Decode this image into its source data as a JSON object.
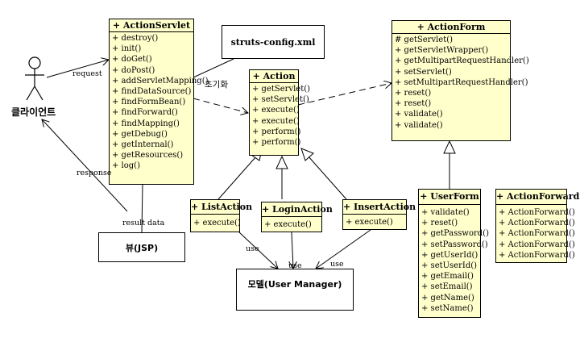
{
  "actor": {
    "name": "클라이언트"
  },
  "classes": {
    "action_servlet": {
      "title": "+ ActionServlet",
      "methods": [
        "+ destroy()",
        "+ init()",
        "+ doGet()",
        "+ doPost()",
        "+ addServletMapping()",
        "+ findDataSource()",
        "+ findFormBean()",
        "+ findForward()",
        "+ findMapping()",
        "+ getDebug()",
        "+ getInternal()",
        "+ getResources()",
        "+ log()"
      ]
    },
    "action": {
      "title": "+ Action",
      "methods": [
        "+ getServlet()",
        "+ setServlet()",
        "+ execute()",
        "+ execute()",
        "+ perform()",
        "+ perform()"
      ]
    },
    "action_form": {
      "title": "+ ActionForm",
      "methods": [
        "# getServlet()",
        "+ getServletWrapper()",
        "+ getMultipartRequestHandler()",
        "+ setServlet()",
        "+ setMultipartRequestHandler()",
        "+ reset()",
        "+ reset()",
        "+ validate()",
        "+ validate()"
      ]
    },
    "list_action": {
      "title": "+ ListAction",
      "methods": [
        "+ execute()"
      ]
    },
    "login_action": {
      "title": "+ LoginAction",
      "methods": [
        "+ execute()"
      ]
    },
    "insert_action": {
      "title": "+ InsertAction",
      "methods": [
        "+ execute()"
      ]
    },
    "user_form": {
      "title": "+ UserForm",
      "methods": [
        "+ validate()",
        "+ reset()",
        "+ getPassword()",
        "+ setPassword()",
        "+ getUserId()",
        "+ setUserId()",
        "+ getEmail()",
        "+ setEmail()",
        "+ getName()",
        "+ setName()"
      ]
    },
    "action_forward": {
      "title": "+ ActionForward",
      "methods": [
        "+ ActionForward()",
        "+ ActionForward()",
        "+ ActionForward()",
        "+ ActionForward()",
        "+ ActionForward()"
      ]
    }
  },
  "boxes": {
    "struts_config": "struts-config.xml",
    "view": "뷰(JSP)",
    "model": "모델(User Manager)"
  },
  "labels": {
    "request": "request",
    "response": "response",
    "init": "초기화",
    "result_data": "result data",
    "use1": "use",
    "use2": "use",
    "use3": "use"
  }
}
